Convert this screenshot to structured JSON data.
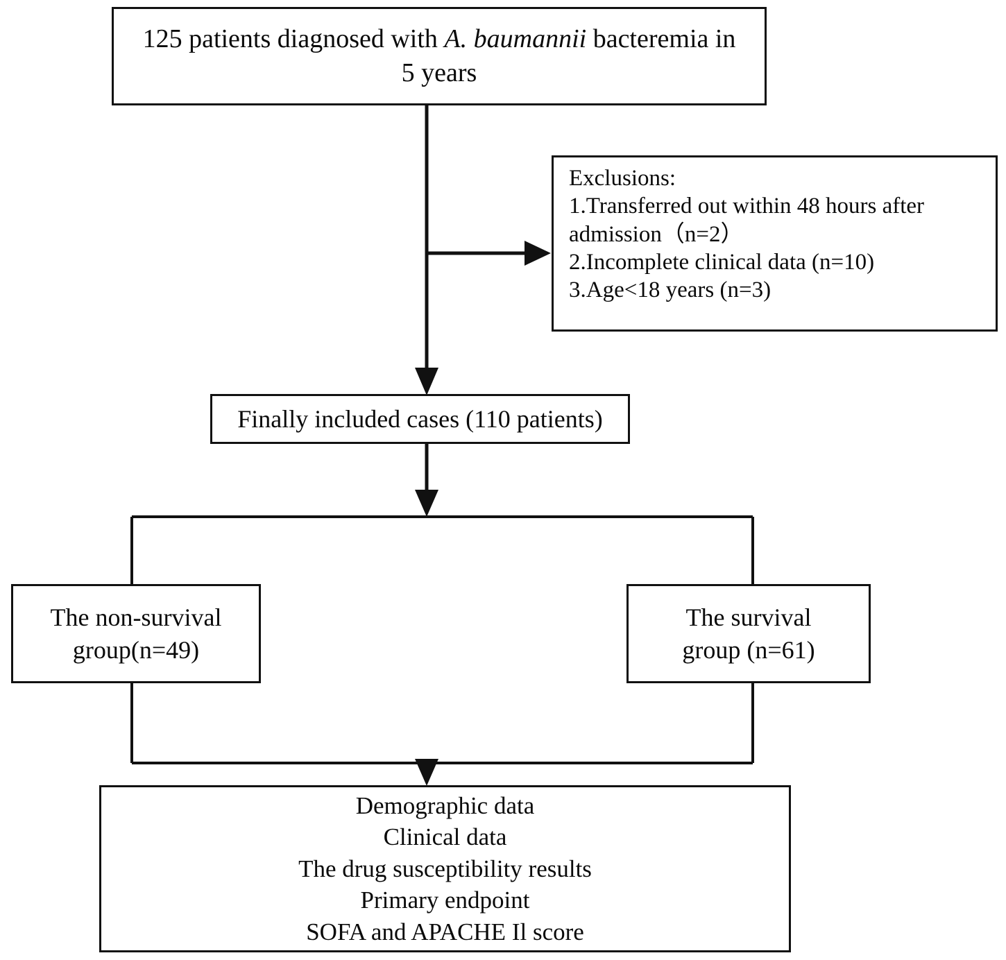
{
  "figure": {
    "type": "flowchart",
    "orientation": "top-to-bottom",
    "stroke_color": "#111111",
    "background_color": "#ffffff",
    "text_color": "#0a0a0a"
  },
  "nodes": {
    "enrollment": {
      "line1_pre": "125 patients diagnosed with ",
      "line1_italic": "A. baumannii",
      "line1_post": " bacteremia in",
      "line2": "5 years"
    },
    "exclusions": {
      "heading": "Exclusions:",
      "item1_a": "1.Transferred out within 48 hours after",
      "item1_b": "admission（n=2）",
      "item2": "2.Incomplete clinical data (n=10)",
      "item3": "3.Age<18 years (n=3)"
    },
    "included": {
      "label": "Finally included cases (110 patients)"
    },
    "non_survival": {
      "line1": "The non-survival",
      "line2": "group(n=49)"
    },
    "survival": {
      "line1": "The survival",
      "line2": "group (n=61)"
    },
    "outcomes": {
      "line1": "Demographic data",
      "line2": "Clinical data",
      "line3": "The drug susceptibility results",
      "line4": "Primary endpoint",
      "line5": "SOFA and APACHE Il score"
    }
  },
  "counts": {
    "screened": 125,
    "excluded_transferred": 2,
    "excluded_incomplete_data": 10,
    "excluded_under_18": 3,
    "included": 110,
    "non_survival": 49,
    "survival": 61,
    "study_period_years": 5
  },
  "edges": [
    {
      "from": "enrollment",
      "to": "included",
      "arrow": "down"
    },
    {
      "from": "enrollment",
      "to": "exclusions",
      "arrow": "right"
    },
    {
      "from": "included",
      "to": "group-split",
      "arrow": "down"
    },
    {
      "from": "group-split",
      "to": "non_survival",
      "arrow": "none"
    },
    {
      "from": "group-split",
      "to": "survival",
      "arrow": "none"
    },
    {
      "from": "non_survival",
      "to": "group-merge",
      "arrow": "none"
    },
    {
      "from": "survival",
      "to": "group-merge",
      "arrow": "none"
    },
    {
      "from": "group-merge",
      "to": "outcomes",
      "arrow": "down"
    }
  ]
}
